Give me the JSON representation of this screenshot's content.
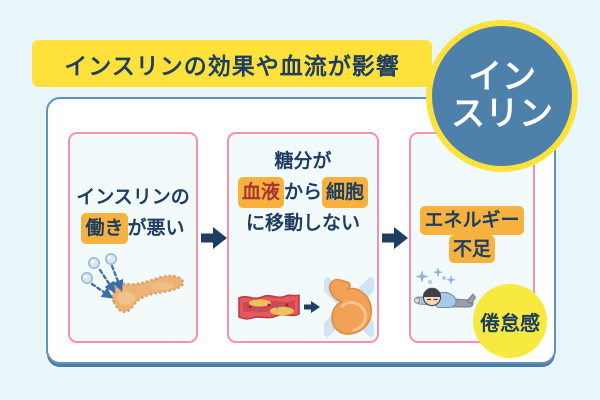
{
  "banner": {
    "label": "インスリンの効果や血流が影響"
  },
  "insulin_badge": {
    "line1": "イン",
    "line2": "スリン"
  },
  "steps": [
    {
      "line1": "インスリンの",
      "line2_highlight": "働き",
      "line2_rest": "が悪い",
      "icon": "pancreas-insulin-secretion"
    },
    {
      "line1": "糖分が",
      "line2_highlight1": "血液",
      "line2_middle": "から",
      "line2_highlight2": "細胞",
      "line3": "に移動しない",
      "icon": "blood-vessel-to-muscle-blocked"
    },
    {
      "highlight1": "エネルギー",
      "highlight2": "不足",
      "badge": "倦怠感",
      "icon": "tired-person"
    }
  ],
  "colors": {
    "background": "#e8f5f9",
    "banner_yellow": "#fee23b",
    "text_navy": "#1e3e61",
    "circle_blue": "#4e81aa",
    "box_border_pink": "#f492ac",
    "box_background": "#f2fafb",
    "highlight_orange": "#f6b13f",
    "blood_red_text": "#a93432",
    "fatigue_badge_yellow": "#f7e93f",
    "panel_border_blue": "#6192ba"
  }
}
